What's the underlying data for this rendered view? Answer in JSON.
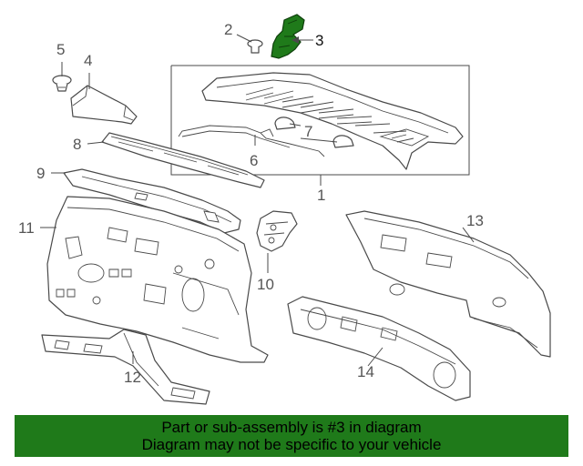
{
  "callouts": {
    "c1": "1",
    "c2": "2",
    "c3": "3",
    "c4": "4",
    "c5": "5",
    "c6": "6",
    "c7": "7",
    "c8": "8",
    "c9": "9",
    "c10": "10",
    "c11": "11",
    "c12": "12",
    "c13": "13",
    "c14": "14"
  },
  "highlight_part": "3",
  "colors": {
    "highlight_part": "#1f7a1a",
    "banner_background": "#1f7a1a",
    "line_art": "#4a4a4a",
    "callout_text": "#555555"
  },
  "banner": {
    "line1": "Part or sub-assembly is #3 in diagram",
    "line2": "Diagram may not be specific to your vehicle"
  }
}
